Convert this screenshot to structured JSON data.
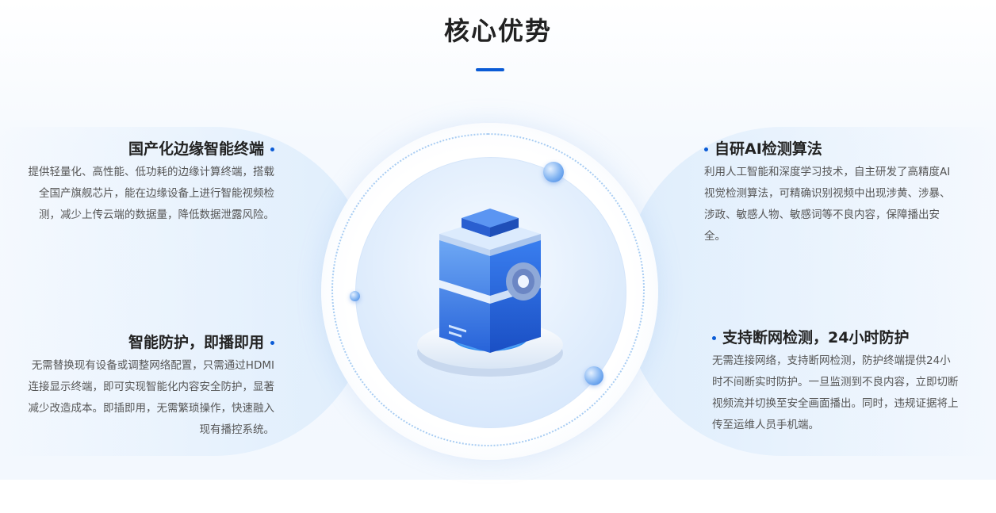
{
  "section": {
    "title": "核心优势"
  },
  "features": [
    {
      "title": "国产化边缘智能终端",
      "body": "提供轻量化、高性能、低功耗的边缘计算终端，搭载全国产旗舰芯片，能在边缘设备上进行智能视频检测，减少上传云端的数据量，降低数据泄露风险。"
    },
    {
      "title": "自研AI检测算法",
      "body": "利用人工智能和深度学习技术，自主研发了高精度AI视觉检测算法，可精确识别视频中出现涉黄、涉暴、涉政、敏感人物、敏感词等不良内容，保障播出安全。"
    },
    {
      "title": "智能防护，即播即用",
      "body": "无需替换现有设备或调整网络配置，只需通过HDMI连接显示终端，即可实现智能化内容安全防护，显著减少改造成本。即插即用，无需繁琐操作，快速融入现有播控系统。"
    },
    {
      "title": "支持断网检测，24小时防护",
      "body": "无需连接网络，支持断网检测，防护终端提供24小时不间断实时防护。一旦监测到不良内容，立即切断视频流并切换至安全画面播出。同时，违规证据将上传至运维人员手机端。"
    }
  ],
  "colors": {
    "accent": "#0a5bd6",
    "heading": "#222222",
    "body_text": "#555555"
  },
  "icons": {
    "center_illustration": "edge-device-cube-icon"
  }
}
